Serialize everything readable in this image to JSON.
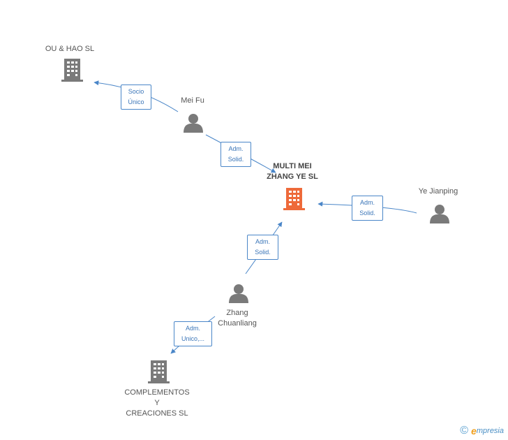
{
  "colors": {
    "edge": "#4a86c8",
    "company": "#7a7a7a",
    "company_main": "#ee6a3a",
    "person": "#7a7a7a"
  },
  "nodes": {
    "ou_hao": {
      "label": "OU & HAO SL",
      "icon": "building-icon"
    },
    "mei_fu": {
      "label": "Mei Fu",
      "icon": "person-icon"
    },
    "multi_mei": {
      "label": "MULTI MEI\nZHANG YE SL",
      "icon": "building-icon"
    },
    "ye_jianping": {
      "label": "Ye Jianping",
      "icon": "person-icon"
    },
    "zhang": {
      "label": "Zhang\nChuanliang",
      "icon": "person-icon"
    },
    "complementos": {
      "label": "COMPLEMENTOS\nY\nCREACIONES SL",
      "icon": "building-icon"
    }
  },
  "edges": {
    "socio_unico": "Socio\nÚnico",
    "meifu_adm": "Adm.\nSolid.",
    "ye_adm": "Adm.\nSolid.",
    "zhang_adm": "Adm.\nSolid.",
    "zhang_unico": "Adm.\nUnico,..."
  },
  "footer": {
    "copyright": "©",
    "brand_initial": "e",
    "brand_rest": "mpresia"
  }
}
